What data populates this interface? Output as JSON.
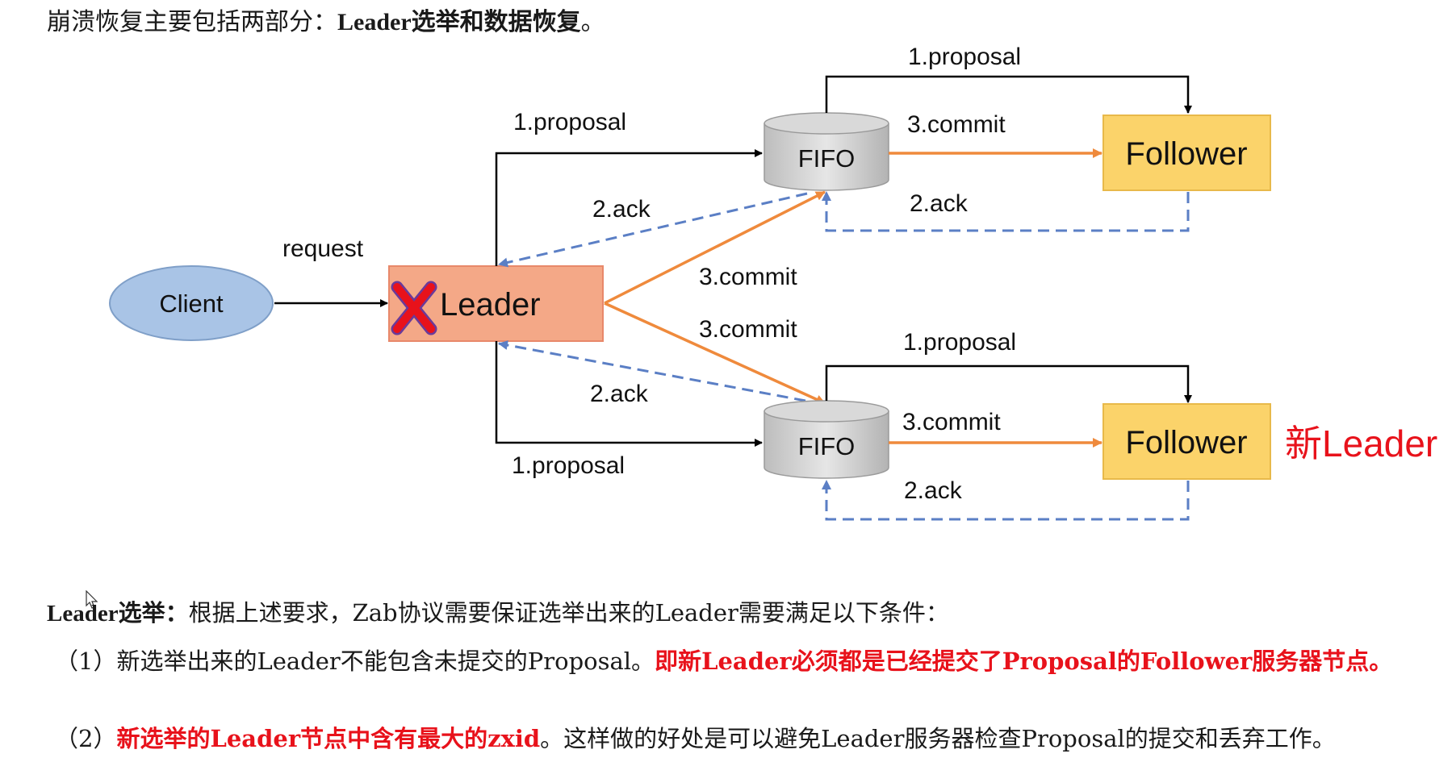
{
  "intro": {
    "prefix": "崩溃恢复主要包括两部分：",
    "bold": "Leader选举和数据恢复",
    "suffix": "。"
  },
  "diagram": {
    "client_label": "Client",
    "request_label": "request",
    "leader_label": "Leader",
    "fifo_label": "FIFO",
    "follower_label": "Follower",
    "new_leader_label": "新Leader",
    "proposal_label": "1.proposal",
    "ack_label": "2.ack",
    "commit_label": "3.commit",
    "colors": {
      "client_fill": "#a9c4e6",
      "leader_fill": "#f4a887",
      "follower_fill": "#fbd36a",
      "commit_arrow": "#ef8a3c",
      "ack_arrow": "#5b7fc5",
      "new_leader": "#e8121b",
      "cross": "#e8121b"
    }
  },
  "election": {
    "heading_bold": "Leader选举：",
    "heading_text": "根据上述要求，Zab协议需要保证选举出来的Leader需要满足以下条件：",
    "item1_prefix": "（1）新选举出来的Leader不能包含未提交的Proposal。",
    "item1_red": "即新Leader必须都是已经提交了Proposal的Follower服务器节点。",
    "item2_prefix": "（2）",
    "item2_red": "新选举的Leader节点中含有最大的zxid",
    "item2_suffix": "。这样做的好处是可以避免Leader服务器检查Proposal的提交和丢弃工作。"
  }
}
